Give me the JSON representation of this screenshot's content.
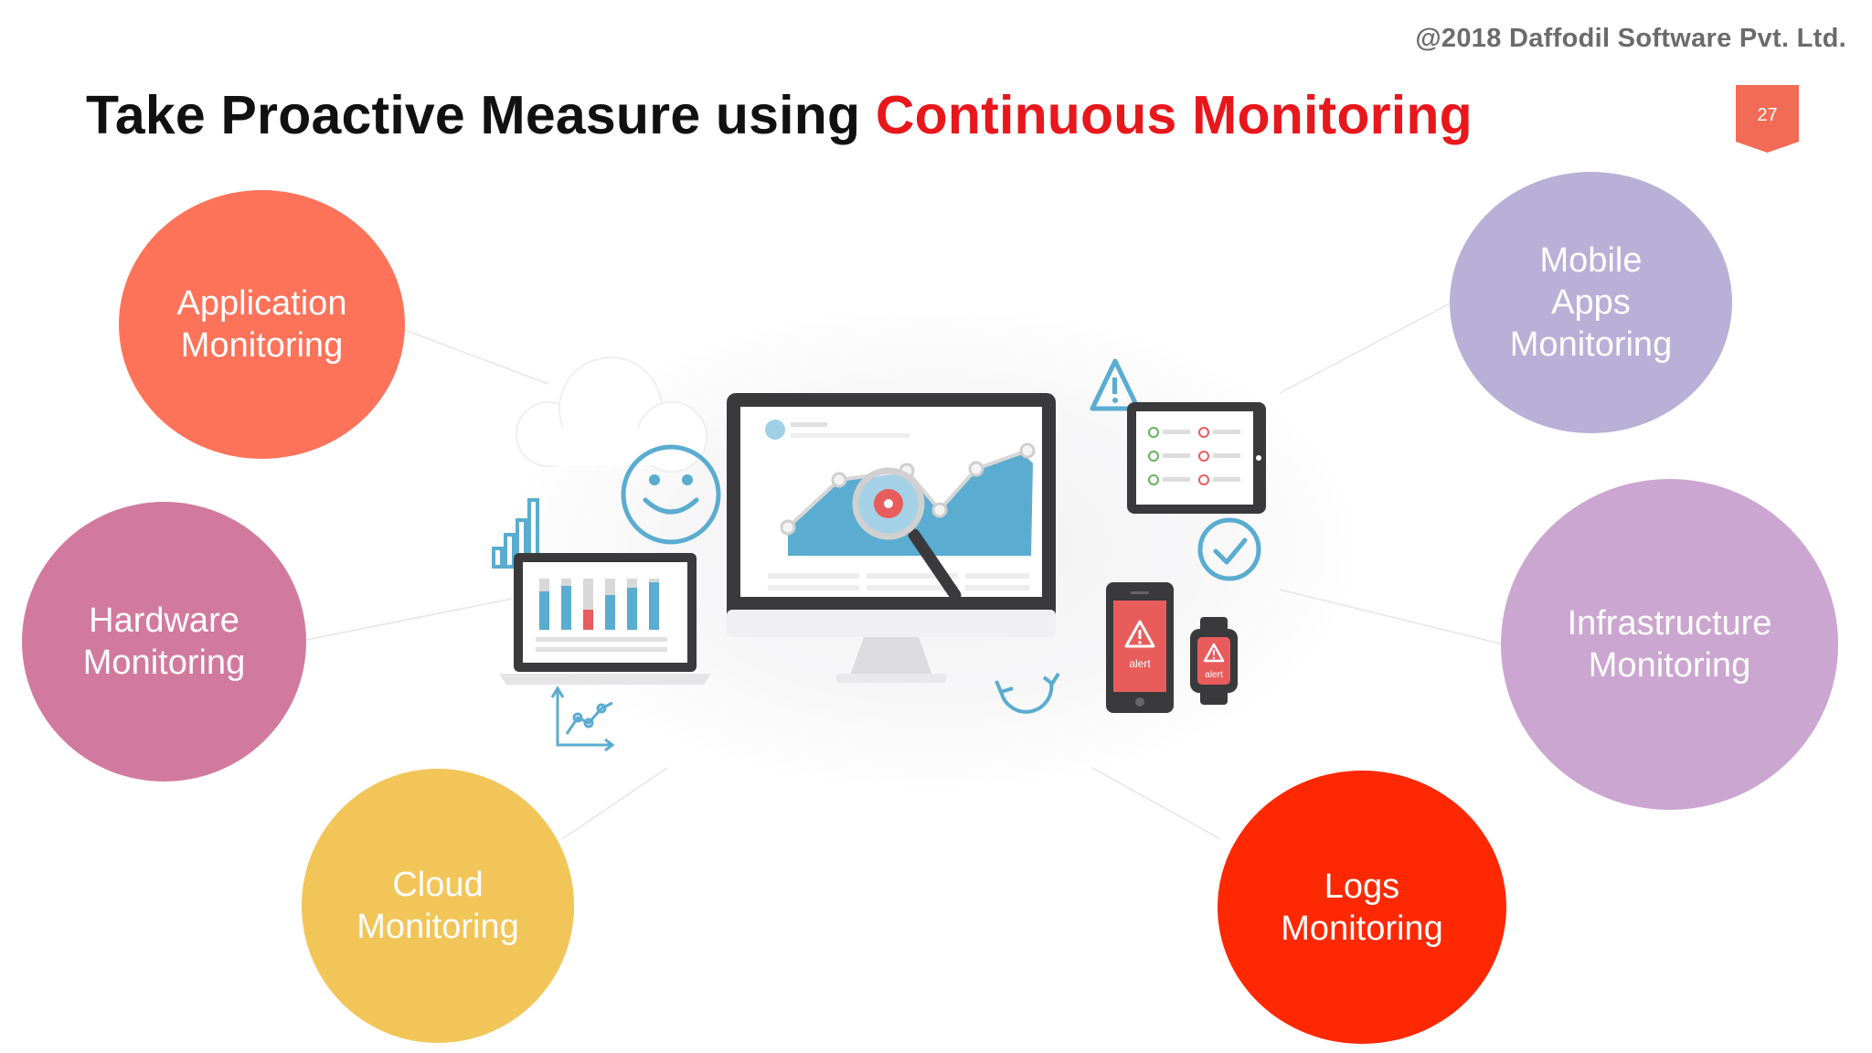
{
  "header": {
    "copyright": "@2018 Daffodil Software Pvt. Ltd.",
    "title_main": "Take Proactive Measure using ",
    "title_accent": "Continuous Monitoring",
    "page_number": "27"
  },
  "illustration": {
    "phone_alert": "alert",
    "watch_alert": "alert"
  },
  "bubbles": {
    "application": {
      "line1": "Application",
      "line2": "Monitoring",
      "color": "#fd735a"
    },
    "hardware": {
      "line1": "Hardware",
      "line2": "Monitoring",
      "color": "#d27a9e"
    },
    "cloud": {
      "line1": "Cloud",
      "line2": "Monitoring",
      "color": "#f1c558"
    },
    "mobile": {
      "line1": "Mobile",
      "line2": "Apps",
      "line3": "Monitoring",
      "color": "#b8b0d6"
    },
    "infrastructure": {
      "line1": "Infrastructure",
      "line2": "Monitoring",
      "color": "#cba6d0"
    },
    "logs": {
      "line1": "Logs",
      "line2": "Monitoring",
      "color": "#fe2903"
    }
  },
  "colors": {
    "title_accent": "#e8171c",
    "page_badge": "#f26b57",
    "illustration_teal": "#5aacd0"
  }
}
